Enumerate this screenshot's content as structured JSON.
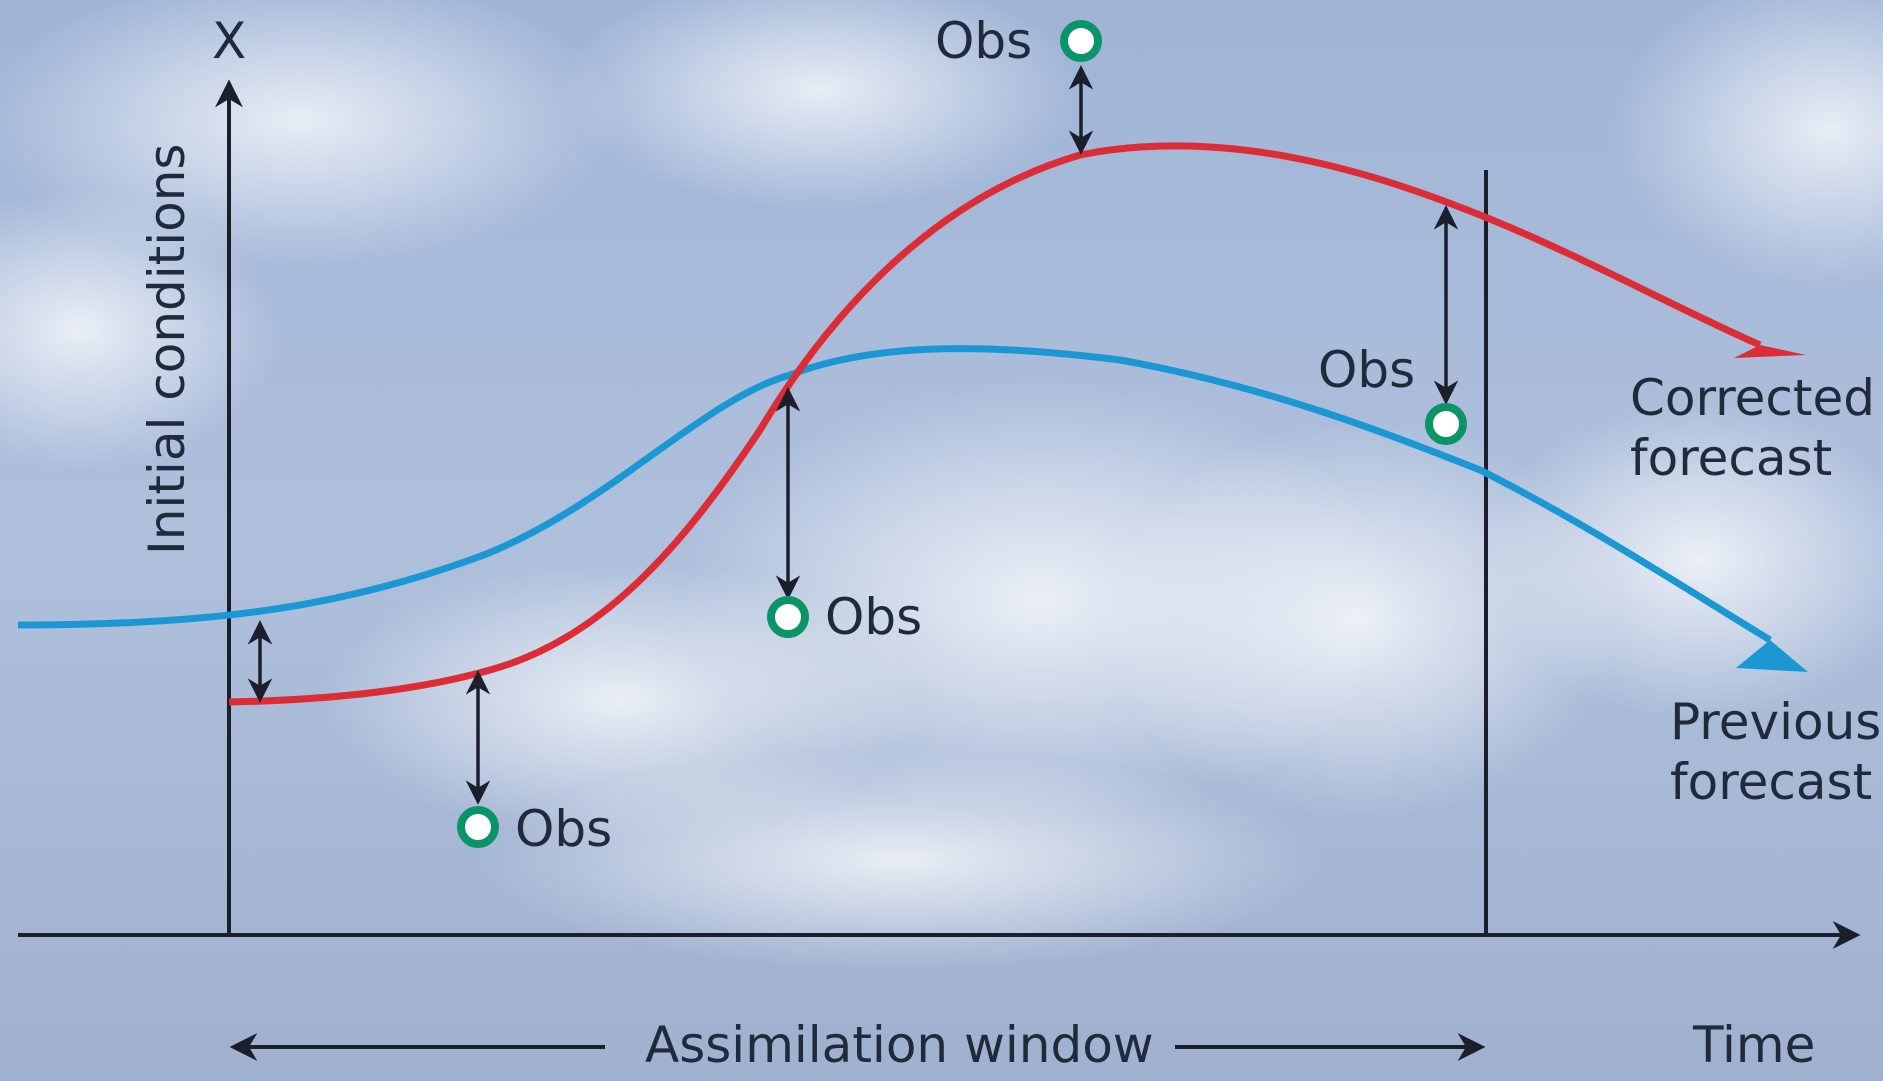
{
  "diagram": {
    "y_axis_symbol": "X",
    "y_axis_label": "Initial conditions",
    "x_axis_label": "Time",
    "window_label": "Assimilation window",
    "observation_label": "Obs",
    "corrected_label_1": "Corrected",
    "corrected_label_2": "forecast",
    "previous_label_1": "Previous",
    "previous_label_2": "forecast",
    "colors": {
      "corrected_forecast": "#dc2d37",
      "previous_forecast": "#1b98d4",
      "observation_ring": "#0a9467",
      "axes": "#1a1f2b",
      "sky": "#a7b9d8"
    },
    "icons": [
      "observation-circle-icon",
      "double-arrow-icon",
      "arrowhead-icon"
    ]
  }
}
